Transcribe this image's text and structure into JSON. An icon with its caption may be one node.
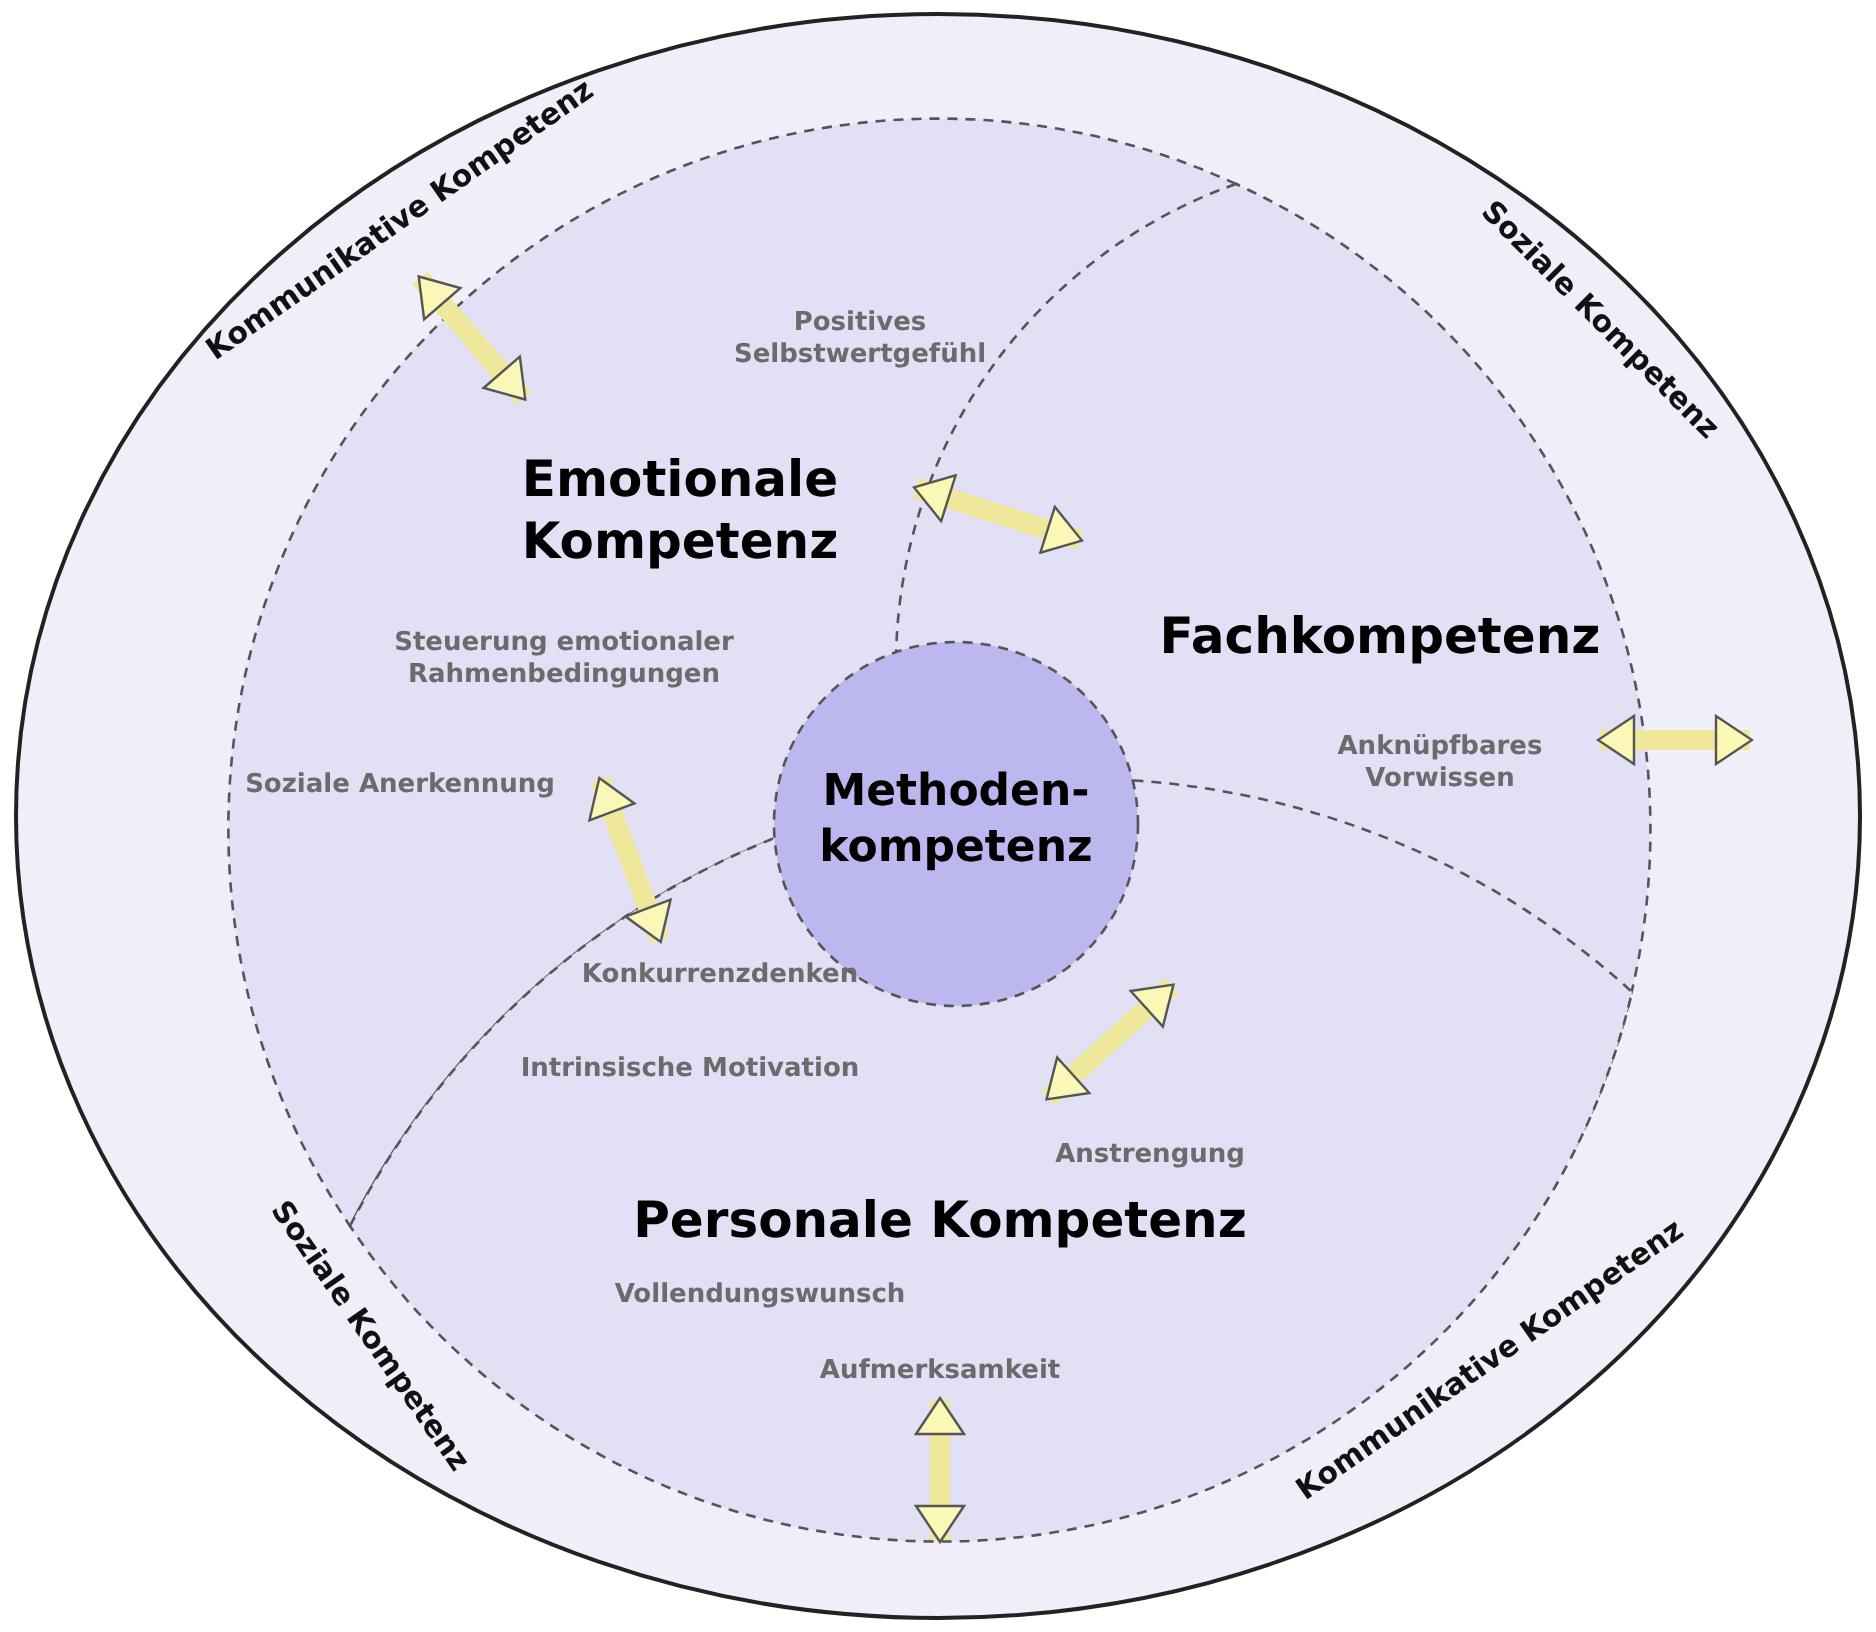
{
  "diagram": {
    "nodes": [
      {
        "text": [
          "Kommunikative Kompetenz",
          "Soziale Kompetenz",
          "Soziale Kompetenz",
          "Kommunikative Kompetenz"
        ]
      },
      {
        "text": [
          "Positives Selbstwertgefühl",
          "Emotionale Kompetenz",
          "Steuerung emotionaler Rahmenbedingungen",
          "Soziale Anerkennung"
        ],
        "in": 0
      },
      {
        "text": [
          "Fachkompetenz",
          "Anknüpfbares Vorwissen"
        ],
        "in": 0
      },
      {
        "text": [
          "Methoden- kompetenz"
        ],
        "in": 0
      },
      {
        "text": [
          "Konkurrenzdenken",
          "Intrinsische Motivation",
          "Anstrengung",
          "Personale Kompetenz",
          "Vollendungswunsch",
          "Aufmerksamkeit"
        ],
        "in": 0
      }
    ],
    "edges": [
      {
        "from": 0,
        "to": 1,
        "arrow": "both"
      },
      {
        "from": 1,
        "to": 2,
        "arrow": "both"
      },
      {
        "from": 2,
        "to": 0,
        "arrow": "both"
      },
      {
        "from": 1,
        "to": 4,
        "arrow": "both"
      },
      {
        "from": 4,
        "to": 2,
        "arrow": "both"
      },
      {
        "from": 4,
        "to": 0,
        "arrow": "both"
      }
    ]
  }
}
